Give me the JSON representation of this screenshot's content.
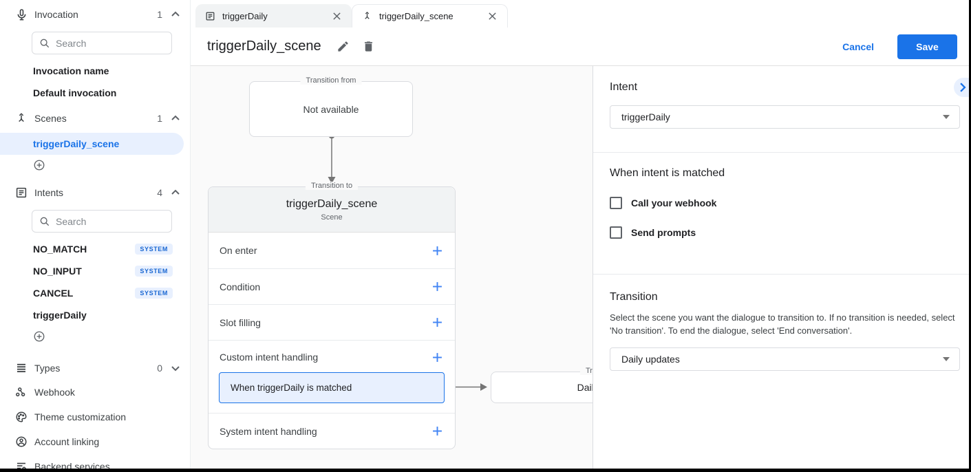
{
  "app": {
    "accent_color": "#1a73e8",
    "selected_bg": "#e8f0fe",
    "badge_text_color": "#1967d2"
  },
  "sidebar": {
    "search_placeholder": "Search",
    "invocation": {
      "label": "Invocation",
      "count": "1",
      "items": [
        {
          "label": "Invocation name"
        },
        {
          "label": "Default invocation"
        }
      ]
    },
    "scenes": {
      "label": "Scenes",
      "count": "1",
      "items": [
        {
          "label": "triggerDaily_scene",
          "selected": true
        }
      ]
    },
    "intents": {
      "label": "Intents",
      "count": "4",
      "items": [
        {
          "label": "NO_MATCH",
          "badge": "SYSTEM"
        },
        {
          "label": "NO_INPUT",
          "badge": "SYSTEM"
        },
        {
          "label": "CANCEL",
          "badge": "SYSTEM"
        },
        {
          "label": "triggerDaily"
        }
      ]
    },
    "types": {
      "label": "Types",
      "count": "0"
    },
    "links": [
      {
        "label": "Webhook"
      },
      {
        "label": "Theme customization"
      },
      {
        "label": "Account linking"
      },
      {
        "label": "Backend services"
      }
    ]
  },
  "tabs": [
    {
      "label": "triggerDaily"
    },
    {
      "label": "triggerDaily_scene"
    }
  ],
  "header": {
    "title": "triggerDaily_scene",
    "cancel_label": "Cancel",
    "save_label": "Save"
  },
  "canvas": {
    "transition_from": {
      "legend": "Transition from",
      "body": "Not available"
    },
    "scene_card": {
      "legend": "Transition to",
      "title": "triggerDaily_scene",
      "subtitle": "Scene",
      "rows": [
        {
          "label": "On enter"
        },
        {
          "label": "Condition"
        },
        {
          "label": "Slot filling"
        },
        {
          "label": "Custom intent handling"
        },
        {
          "label": "System intent handling"
        }
      ],
      "custom_handler": "When triggerDaily is matched"
    },
    "target_card": {
      "legend": "Transition to",
      "title": "Daily updates"
    }
  },
  "panel": {
    "intent_heading": "Intent",
    "intent_value": "triggerDaily",
    "matched_heading": "When intent is matched",
    "checkboxes": [
      {
        "label": "Call your webhook",
        "checked": false
      },
      {
        "label": "Send prompts",
        "checked": false
      }
    ],
    "transition_heading": "Transition",
    "transition_description": "Select the scene you want the dialogue to transition to. If no transition is needed, select 'No transition'. To end the dialogue, select 'End conversation'.",
    "transition_value": "Daily updates"
  }
}
